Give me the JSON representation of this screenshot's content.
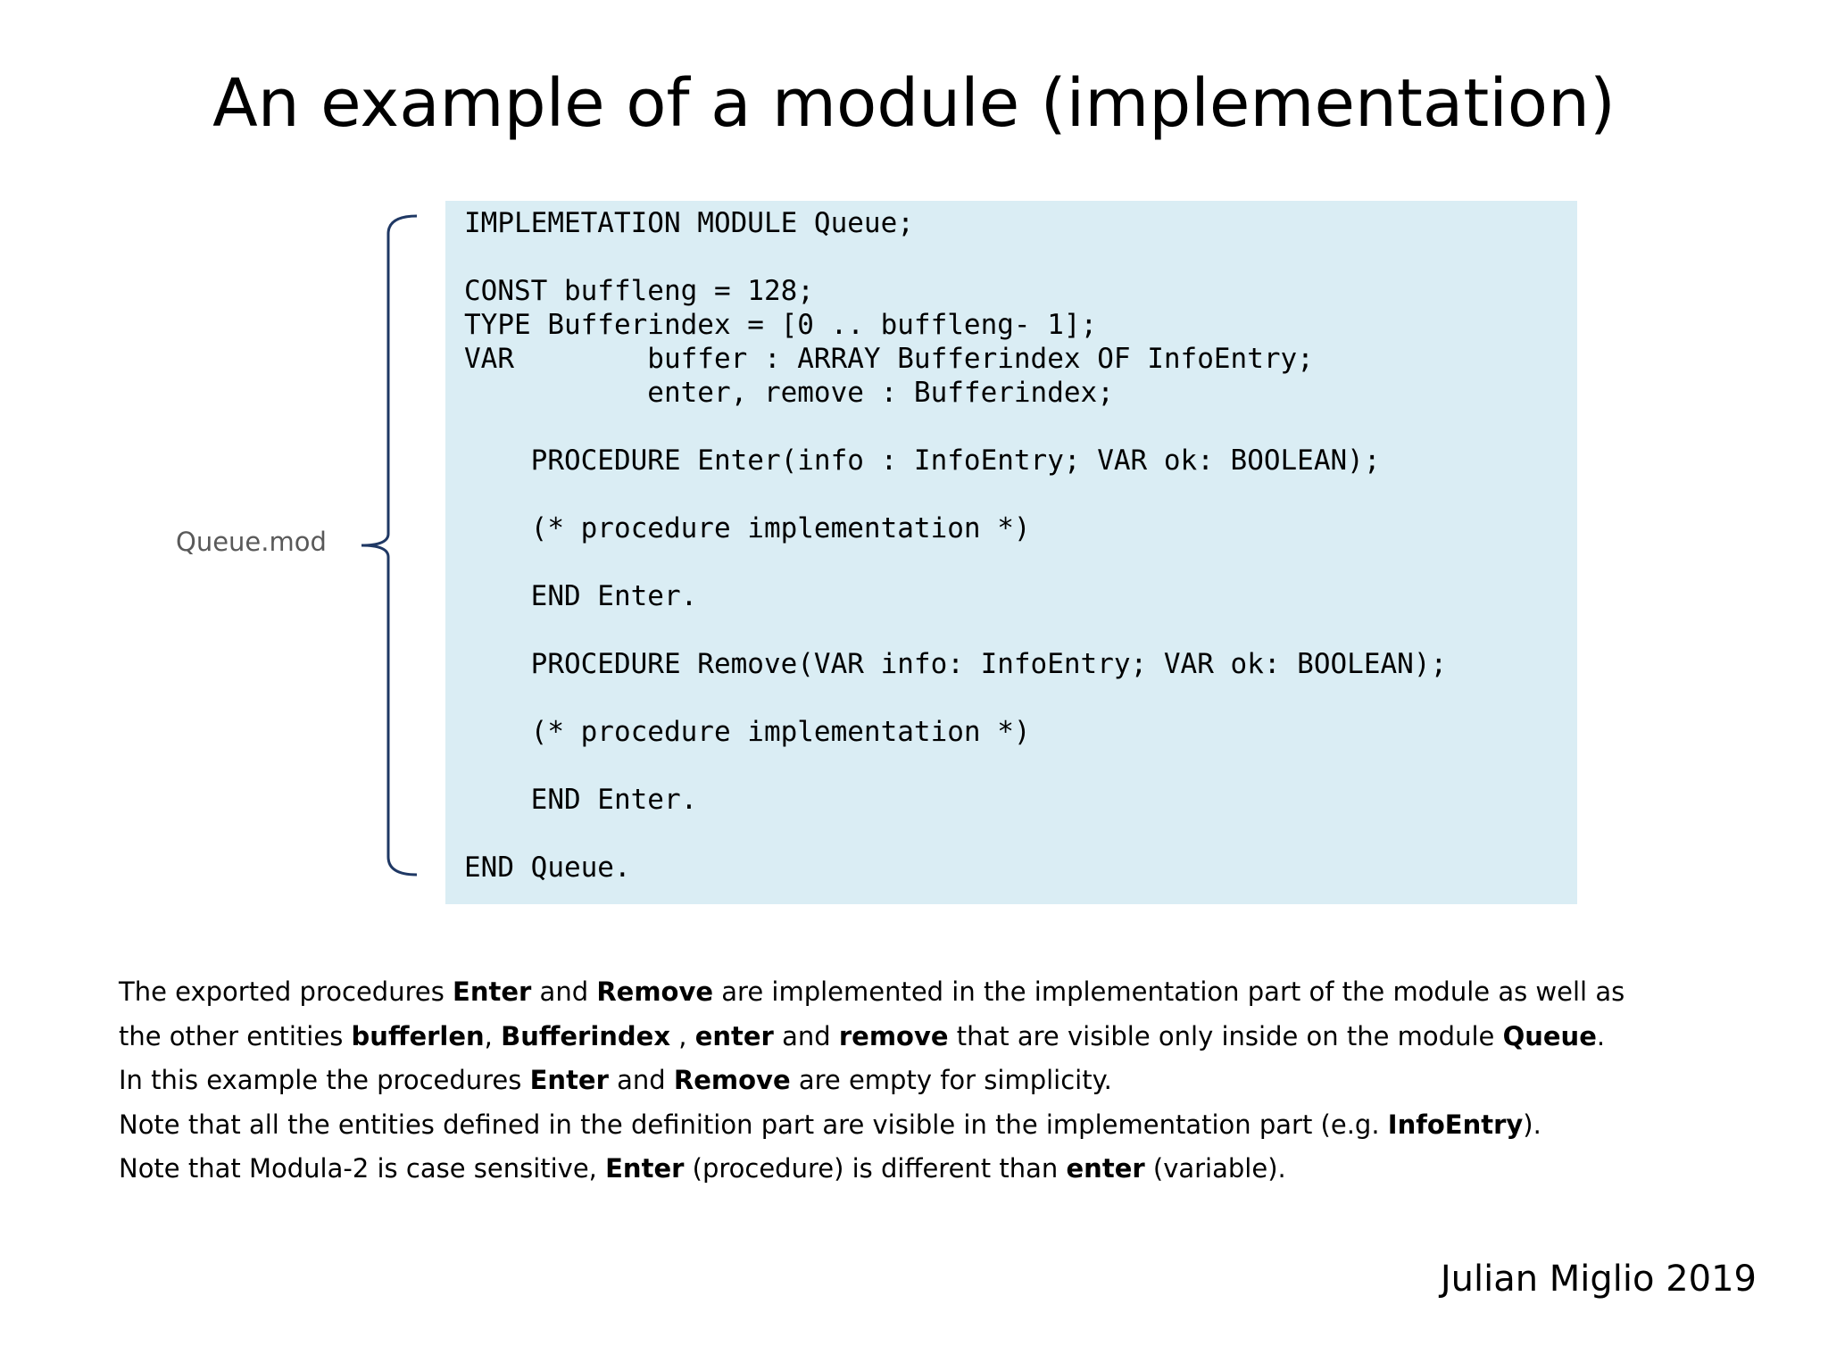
{
  "title": "An example of a module (implementation)",
  "file_label": "Queue.mod",
  "code_lines": [
    "IMPLEMETATION MODULE Queue;",
    "",
    "CONST buffleng = 128;",
    "TYPE Bufferindex = [0 .. buffleng- 1];",
    "VAR        buffer : ARRAY Bufferindex OF InfoEntry;",
    "           enter, remove : Bufferindex;",
    "",
    "    PROCEDURE Enter(info : InfoEntry; VAR ok: BOOLEAN);",
    "",
    "    (* procedure implementation *)",
    "",
    "    END Enter.",
    "",
    "    PROCEDURE Remove(VAR info: InfoEntry; VAR ok: BOOLEAN);",
    "",
    "    (* procedure implementation *)",
    "",
    "    END Enter.",
    "",
    "END Queue."
  ],
  "notes": [
    [
      {
        "t": "The exported procedures ",
        "b": false
      },
      {
        "t": "Enter",
        "b": true
      },
      {
        "t": " and ",
        "b": false
      },
      {
        "t": "Remove",
        "b": true
      },
      {
        "t": " are implemented in the implementation part of the module as well as",
        "b": false
      }
    ],
    [
      {
        "t": "the other entities ",
        "b": false
      },
      {
        "t": "bufferlen",
        "b": true
      },
      {
        "t": ", ",
        "b": false
      },
      {
        "t": "Bufferindex",
        "b": true
      },
      {
        "t": " , ",
        "b": false
      },
      {
        "t": "enter",
        "b": true
      },
      {
        "t": " and ",
        "b": false
      },
      {
        "t": "remove",
        "b": true
      },
      {
        "t": " that are visible only inside on the module ",
        "b": false
      },
      {
        "t": "Queue",
        "b": true
      },
      {
        "t": ".",
        "b": false
      }
    ],
    [
      {
        "t": "In this example the procedures ",
        "b": false
      },
      {
        "t": "Enter",
        "b": true
      },
      {
        "t": " and ",
        "b": false
      },
      {
        "t": "Remove",
        "b": true
      },
      {
        "t": " are empty for simplicity.",
        "b": false
      }
    ],
    [
      {
        "t": "Note that all the entities defined in the definition part are visible in the implementation part (e.g. ",
        "b": false
      },
      {
        "t": "InfoEntry",
        "b": true
      },
      {
        "t": ").",
        "b": false
      }
    ],
    [
      {
        "t": "Note that Modula-2 is case sensitive, ",
        "b": false
      },
      {
        "t": "Enter",
        "b": true
      },
      {
        "t": " (procedure) is different than ",
        "b": false
      },
      {
        "t": "enter",
        "b": true
      },
      {
        "t": " (variable).",
        "b": false
      }
    ]
  ],
  "author": "Julian Miglio 2019",
  "colors": {
    "code_background": "#daedf4",
    "brace": "#1f3864",
    "file_label": "#595959"
  }
}
